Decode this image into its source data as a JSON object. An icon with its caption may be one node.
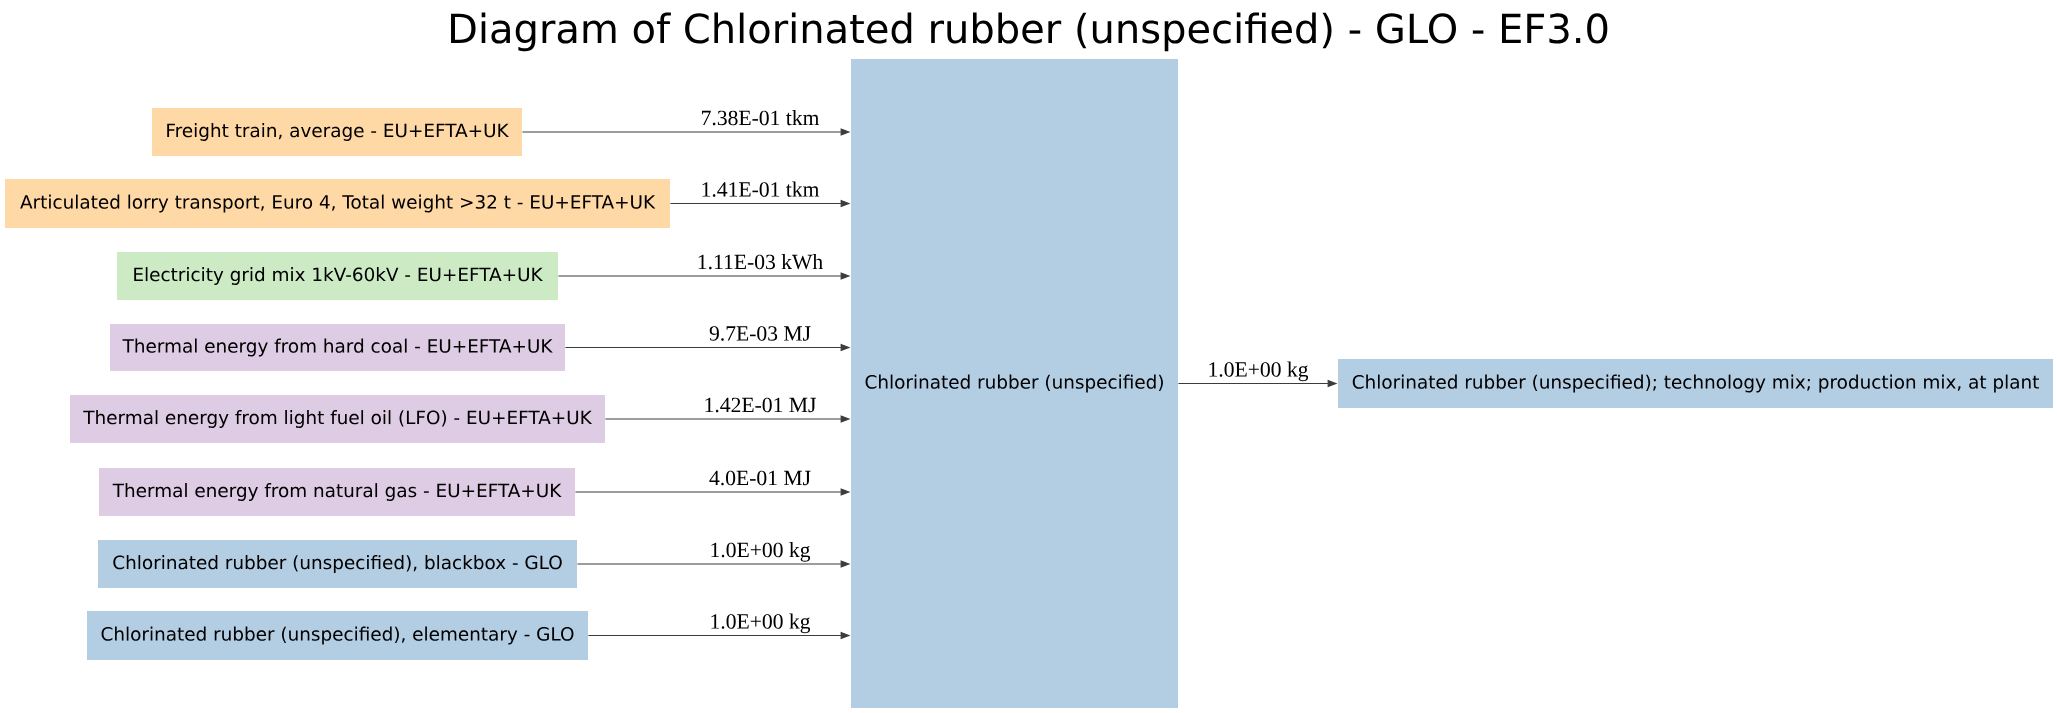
{
  "diagram": {
    "title": "Diagram of Chlorinated rubber (unspecified) - GLO - EF3.0",
    "nodes": [
      {
        "text": [
          "Freight train, average - EU+EFTA+UK"
        ]
      },
      {
        "text": [
          "Articulated lorry transport, Euro 4, Total weight >32 t - EU+EFTA+UK"
        ]
      },
      {
        "text": [
          "Electricity grid mix 1kV-60kV - EU+EFTA+UK"
        ]
      },
      {
        "text": [
          "Thermal energy from hard coal - EU+EFTA+UK"
        ]
      },
      {
        "text": [
          "Thermal energy from light fuel oil (LFO) - EU+EFTA+UK"
        ]
      },
      {
        "text": [
          "Thermal energy from natural gas - EU+EFTA+UK"
        ]
      },
      {
        "text": [
          "Chlorinated rubber (unspecified), blackbox - GLO"
        ]
      },
      {
        "text": [
          "Chlorinated rubber (unspecified), elementary - GLO"
        ]
      },
      {
        "text": [
          "Chlorinated rubber (unspecified)"
        ]
      },
      {
        "text": [
          "Chlorinated rubber (unspecified); technology mix; production mix, at plant"
        ]
      }
    ],
    "edges": [
      {
        "from": 0,
        "to": 8,
        "arrow": "to",
        "label": "7.38E-01 tkm"
      },
      {
        "from": 1,
        "to": 8,
        "arrow": "to",
        "label": "1.41E-01 tkm"
      },
      {
        "from": 2,
        "to": 8,
        "arrow": "to",
        "label": "1.11E-03 kWh"
      },
      {
        "from": 3,
        "to": 8,
        "arrow": "to",
        "label": "9.7E-03 MJ"
      },
      {
        "from": 4,
        "to": 8,
        "arrow": "to",
        "label": "1.42E-01 MJ"
      },
      {
        "from": 5,
        "to": 8,
        "arrow": "to",
        "label": "4.0E-01 MJ"
      },
      {
        "from": 6,
        "to": 8,
        "arrow": "to",
        "label": "1.0E+00 kg"
      },
      {
        "from": 7,
        "to": 8,
        "arrow": "to",
        "label": "1.0E+00 kg"
      },
      {
        "from": 8,
        "to": 9,
        "arrow": "to",
        "label": "1.0E+00 kg"
      }
    ]
  }
}
